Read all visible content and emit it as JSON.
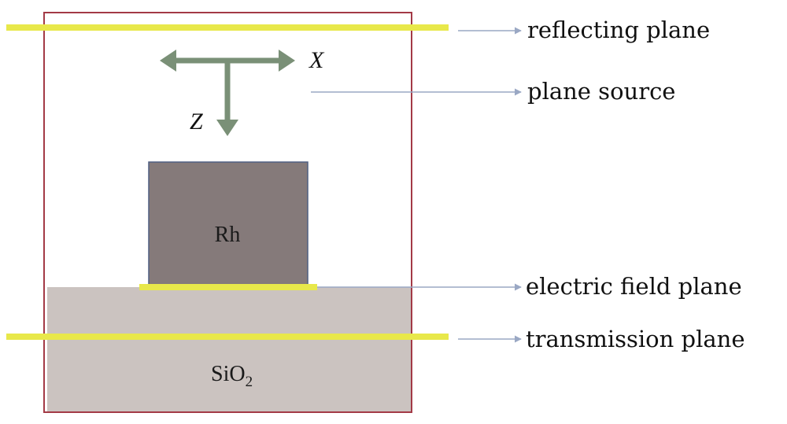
{
  "diagram": {
    "materials": {
      "particle": "Rh",
      "substrate_base": "SiO",
      "substrate_subscript": "2"
    },
    "axes": {
      "horizontal": "X",
      "vertical": "Z"
    },
    "labels": {
      "reflecting_plane": "reflecting plane",
      "plane_source": "plane source",
      "electric_field_plane": "electric field plane",
      "transmission_plane": "transmission plane"
    },
    "colors": {
      "boundary": "#a33a46",
      "monitor_plane": "#e8e84a",
      "particle": "#857a7a",
      "particle_border": "#4f5f82",
      "substrate": "#cbc3c0",
      "axis_arrow": "#7a9077",
      "pointer": "#9aa8c4"
    }
  }
}
